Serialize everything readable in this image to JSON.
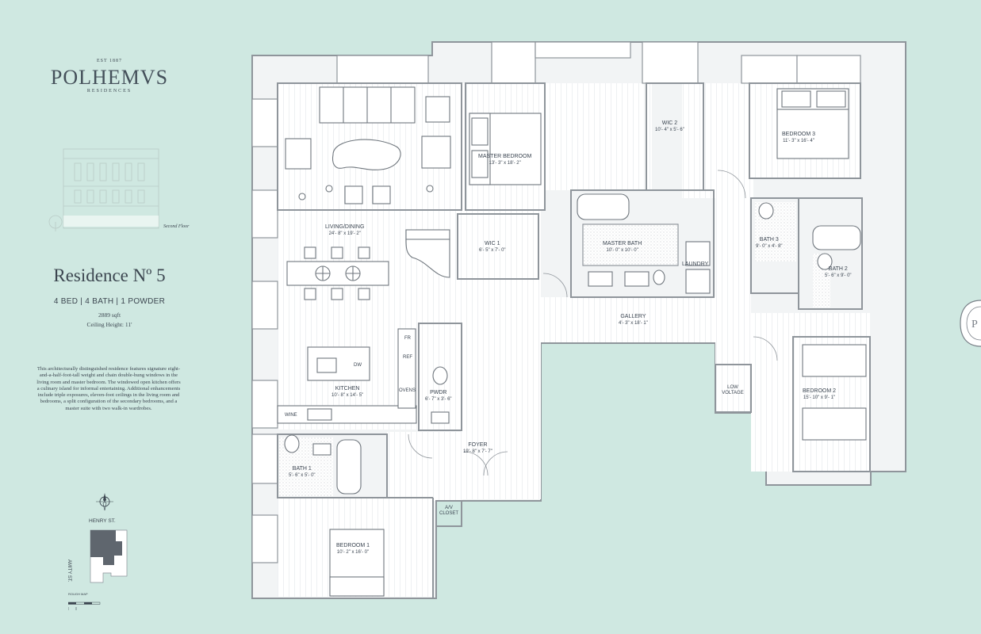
{
  "brand": {
    "est": "EST 1887",
    "name": "POLHEMVS",
    "sub": "RESIDENCES"
  },
  "floor_label": "Second Floor",
  "residence": {
    "title": "Residence Nº 5",
    "summary": "4 BED | 4 BATH | 1 POWDER",
    "sqft": "2889 sqft",
    "ceiling": "Ceiling Height: 11'"
  },
  "description": "This architecturally distinguished residence features signature eight-and-a-half-foot-tall weight and chain double-hung windows in the living room and master bedroom. The windowed open kitchen offers a culinary island for informal entertaining. Additional enhancements include triple exposures, eleven-foot ceilings in the living room and bedrooms, a split configuration of the secondary bedrooms, and a master suite with two walk-in wardrobes.",
  "streets": {
    "henry": "HENRY ST.",
    "amity": "AMITY ST."
  },
  "scale_label": "ROUGH MAP",
  "rooms": {
    "living": {
      "name": "LIVING/DINING",
      "dim": "24'- 8\" x 19'- 2\""
    },
    "master_bed": {
      "name": "MASTER BEDROOM",
      "dim": "13'- 3\" x 18'- 2\""
    },
    "wic2": {
      "name": "WIC 2",
      "dim": "10'- 4\" x 5'- 6\""
    },
    "bed3": {
      "name": "BEDROOM 3",
      "dim": "11'- 3\" x 16'- 4\""
    },
    "wic1": {
      "name": "WIC 1",
      "dim": "6'- 5\" x 7'- 0\""
    },
    "master_bath": {
      "name": "MASTER BATH",
      "dim": "10'- 0\" x 10'- 0\""
    },
    "laundry": {
      "name": "LAUNDRY"
    },
    "bath3": {
      "name": "BATH 3",
      "dim": "9'- 0\" x 4'- 8\""
    },
    "bath2": {
      "name": "BATH 2",
      "dim": "5'- 6\" x 9'- 0\""
    },
    "gallery": {
      "name": "GALLERY",
      "dim": "4'- 3\" x 18'- 1\""
    },
    "kitchen": {
      "name": "KITCHEN",
      "dim": "10'- 8\" x 14'- 5\""
    },
    "pwdr": {
      "name": "PWDR",
      "dim": "6'- 7\" x 3'- 6\""
    },
    "foyer": {
      "name": "FOYER",
      "dim": "19'- 8\" x 7'- 7\""
    },
    "bed2": {
      "name": "BEDROOM 2",
      "dim": "15'- 10\" x 9'- 1\""
    },
    "bath1": {
      "name": "BATH 1",
      "dim": "5'- 6\" x 5'- 0\""
    },
    "bed1": {
      "name": "BEDROOM 1",
      "dim": "10'- 2\" x 16'- 0\""
    }
  },
  "utility": {
    "fr": "FR",
    "ref": "REF",
    "ovens": "OVENS",
    "dw": "DW",
    "wine": "WINE",
    "low_voltage": "LOW VOLTAGE",
    "av_closet": "A/V CLOSET"
  },
  "colors": {
    "background": "#cfe8e1",
    "floor": "#ffffff",
    "wall": "#9aa0a6",
    "text": "#3c4650"
  }
}
